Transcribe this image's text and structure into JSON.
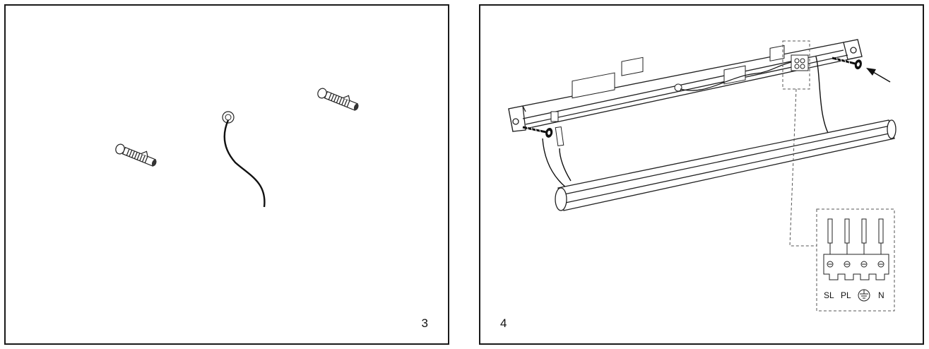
{
  "panels": [
    {
      "step": "3"
    },
    {
      "step": "4"
    }
  ],
  "terminal_block": {
    "labels": [
      "SL",
      "PL",
      "N"
    ],
    "ground_icon": "ground-symbol-icon"
  },
  "icons": {
    "wall_plug": "wall-plug-icon",
    "cable": "power-cable-icon",
    "screw": "screw-icon",
    "arrow": "insert-arrow-icon",
    "lamp_tube": "lamp-tube-icon"
  }
}
